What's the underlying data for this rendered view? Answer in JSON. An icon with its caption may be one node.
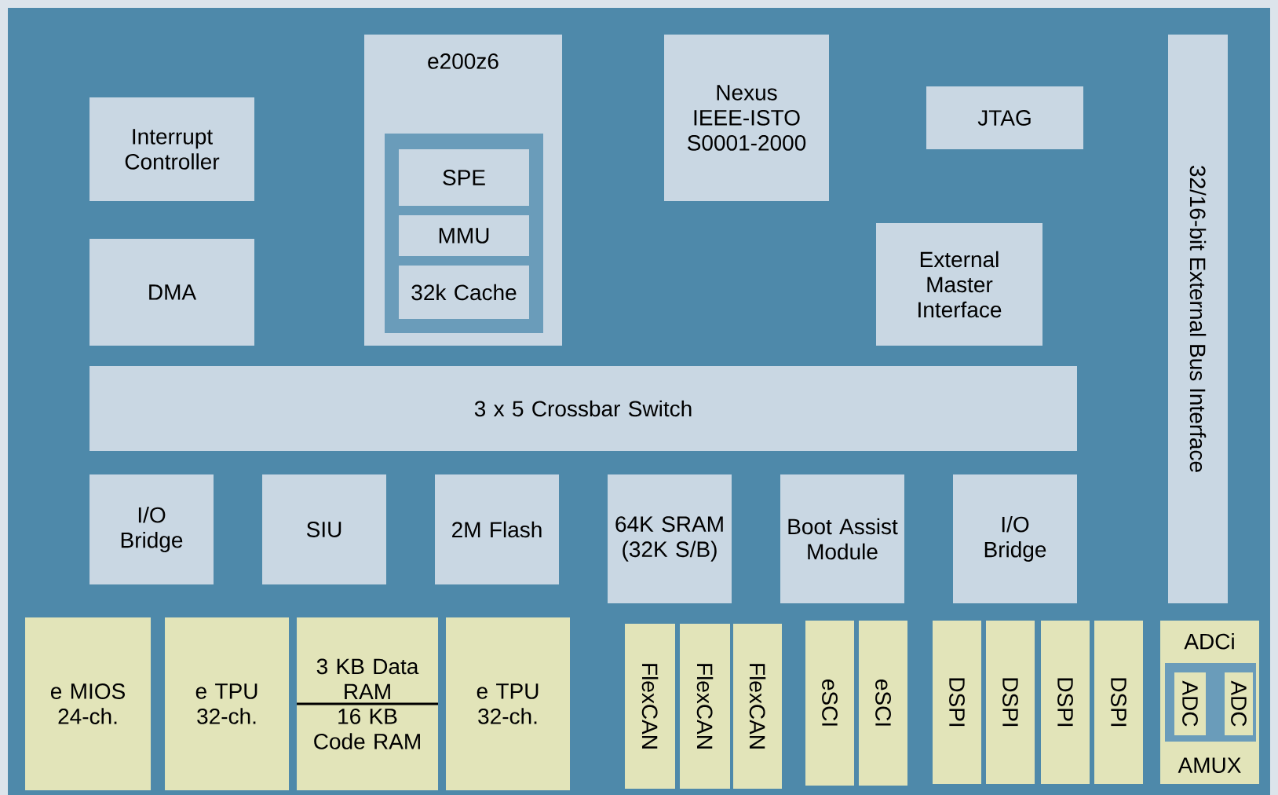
{
  "diagram": {
    "nodes": [
      {
        "text": [
          "Interrupt Controller"
        ]
      },
      {
        "text": [
          "DMA"
        ]
      },
      {
        "text": [
          "e200z6"
        ]
      },
      {
        "text": [],
        "shape": "box",
        "in": 2
      },
      {
        "text": [
          "SPE"
        ],
        "in": 3
      },
      {
        "text": [
          "MMU"
        ],
        "in": 3
      },
      {
        "text": [
          "32k Cache"
        ],
        "in": 3
      },
      {
        "text": [
          "Nexus IEEE-ISTO S0001-2000"
        ]
      },
      {
        "text": [
          "JTAG"
        ]
      },
      {
        "text": [
          "External Master Interface"
        ]
      },
      {
        "text": [
          "3 x 5 Crossbar Switch"
        ]
      },
      {
        "text": [
          "32/16-bit External Bus Interface"
        ]
      },
      {
        "text": [
          "I/O Bridge"
        ]
      },
      {
        "text": [
          "SIU"
        ]
      },
      {
        "text": [
          "2M Flash"
        ]
      },
      {
        "text": [
          "64K SRAM (32K S/B)"
        ]
      },
      {
        "text": [
          "Boot Assist Module"
        ]
      },
      {
        "text": [
          "I/O Bridge"
        ]
      },
      {
        "text": [
          "e MIOS 24-ch."
        ]
      },
      {
        "text": [
          "e TPU 32-ch."
        ]
      },
      {
        "text": [
          "3 KB Data RAM",
          "16 KB Code RAM"
        ]
      },
      {
        "text": [
          "e TPU 32-ch."
        ]
      },
      {
        "text": [
          "FlexCAN"
        ]
      },
      {
        "text": [
          "FlexCAN"
        ]
      },
      {
        "text": [
          "FlexCAN"
        ]
      },
      {
        "text": [
          "eSCI"
        ]
      },
      {
        "text": [
          "eSCI"
        ]
      },
      {
        "text": [
          "DSPI"
        ]
      },
      {
        "text": [
          "DSPI"
        ]
      },
      {
        "text": [
          "DSPI"
        ]
      },
      {
        "text": [
          "DSPI"
        ]
      },
      {
        "text": [
          "ADCi",
          "AMUX"
        ]
      },
      {
        "text": [],
        "shape": "box",
        "in": 31
      },
      {
        "text": [
          "ADC"
        ],
        "in": 32
      },
      {
        "text": [
          "ADC"
        ],
        "in": 32
      }
    ]
  }
}
